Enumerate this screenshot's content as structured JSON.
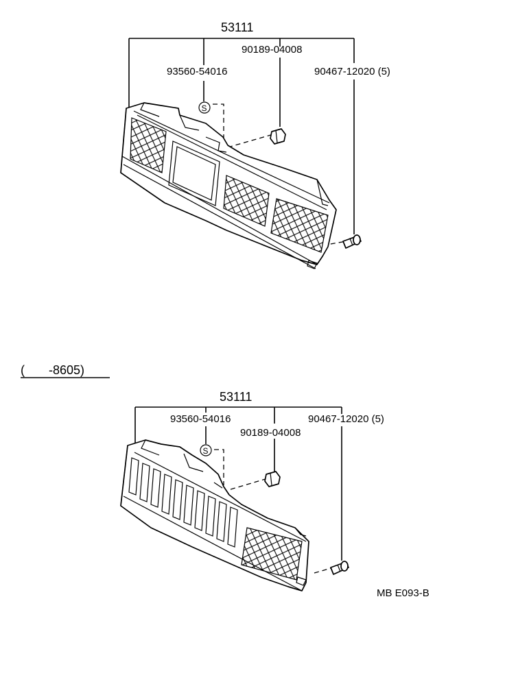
{
  "upper": {
    "assembly_no": "53111",
    "clip_a": "90189-04008",
    "emblem": "93560-54016",
    "screw": "90467-12020 (5)",
    "emblem_symbol": "S"
  },
  "lower": {
    "range_note": "(       -8605)",
    "assembly_no": "53111",
    "emblem": "93560-54016",
    "clip_a": "90189-04008",
    "screw": "90467-12020 (5)",
    "emblem_symbol": "S"
  },
  "drawing_code": "MB E093-B"
}
